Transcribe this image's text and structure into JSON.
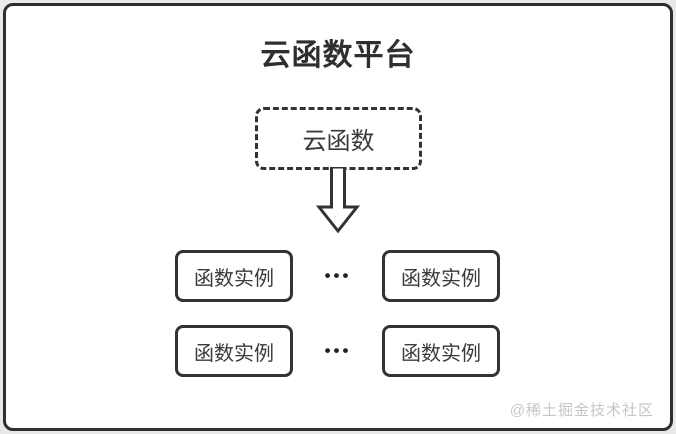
{
  "diagram": {
    "title": "云函数平台",
    "source_box": {
      "label": "云函数"
    },
    "instances": [
      {
        "label": "函数实例"
      },
      {
        "label": "函数实例"
      },
      {
        "label": "函数实例"
      },
      {
        "label": "函数实例"
      }
    ],
    "ellipsis": "•••",
    "watermark": "@稀土掘金技术社区",
    "icons": {
      "arrow": "down-arrow-icon"
    },
    "colors": {
      "frame_border": "#2f2f2f",
      "node_border": "#333333",
      "text": "#3a3a3a",
      "background": "#ffffff",
      "outer_margin": "#e9e9e9",
      "watermark": "#c6c6c6"
    }
  }
}
